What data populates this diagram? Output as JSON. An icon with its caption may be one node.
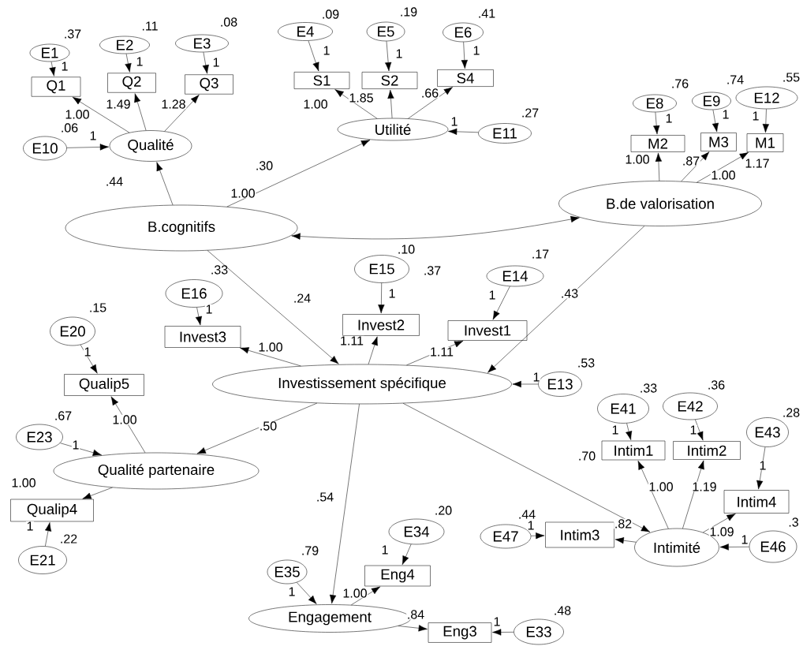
{
  "diagram": {
    "nodes": [
      {
        "text": [
          "E1"
        ],
        "beside": [
          ".37"
        ]
      },
      {
        "text": [
          "E2"
        ],
        "beside": [
          ".11"
        ]
      },
      {
        "text": [
          "E3"
        ],
        "beside": [
          ".08"
        ]
      },
      {
        "text": [
          "E4"
        ],
        "beside": [
          ".09"
        ]
      },
      {
        "text": [
          "E5"
        ],
        "beside": [
          ".19"
        ]
      },
      {
        "text": [
          "E6"
        ],
        "beside": [
          ".41"
        ]
      },
      {
        "text": [
          "Q1"
        ]
      },
      {
        "text": [
          "Q2"
        ]
      },
      {
        "text": [
          "Q3"
        ]
      },
      {
        "text": [
          "S1"
        ]
      },
      {
        "text": [
          "S2"
        ]
      },
      {
        "text": [
          "S4"
        ]
      },
      {
        "text": [
          "E8"
        ],
        "beside": [
          ".76"
        ]
      },
      {
        "text": [
          "E9"
        ],
        "beside": [
          ".74"
        ]
      },
      {
        "text": [
          "E12"
        ],
        "beside": [
          ".55"
        ]
      },
      {
        "text": [
          "E10"
        ],
        "beside": [
          ".06"
        ]
      },
      {
        "text": [
          "Qualité"
        ]
      },
      {
        "text": [
          "Utilité"
        ]
      },
      {
        "text": [
          "E11"
        ],
        "beside": [
          ".27"
        ]
      },
      {
        "text": [
          "M2"
        ]
      },
      {
        "text": [
          "M3"
        ]
      },
      {
        "text": [
          "M1"
        ]
      },
      {
        "text": [
          "B.de valorisation"
        ]
      },
      {
        "text": [
          "B.cognitifs"
        ]
      },
      {
        "text": [
          "E15"
        ],
        "beside": [
          ".37"
        ]
      },
      {
        "text": [
          "E14"
        ],
        "beside": [
          ".17"
        ]
      },
      {
        "text": [
          "E16"
        ],
        "beside": [
          ".33"
        ]
      },
      {
        "text": [
          "E20"
        ],
        "beside": [
          ".15"
        ]
      },
      {
        "text": [
          "Invest2"
        ]
      },
      {
        "text": [
          "Invest3"
        ]
      },
      {
        "text": [
          "Invest1"
        ]
      },
      {
        "text": [
          "Investissement spécifique"
        ]
      },
      {
        "text": [
          "E13"
        ],
        "beside": [
          ".53"
        ]
      },
      {
        "text": [
          "Qualip5"
        ]
      },
      {
        "text": [
          "E41"
        ],
        "beside": [
          ".33"
        ]
      },
      {
        "text": [
          "E42"
        ],
        "beside": [
          ".36"
        ]
      },
      {
        "text": [
          "E43"
        ],
        "beside": [
          ".28"
        ]
      },
      {
        "text": [
          "E23"
        ],
        "beside": [
          ".67"
        ]
      },
      {
        "text": [
          "Qualité partenaire"
        ]
      },
      {
        "text": [
          "Intim1"
        ]
      },
      {
        "text": [
          "Intim2"
        ]
      },
      {
        "text": [
          "Intim4"
        ]
      },
      {
        "text": [
          "Qualip4"
        ]
      },
      {
        "text": [
          "E47"
        ],
        "beside": [
          ".44"
        ]
      },
      {
        "text": [
          "Intim3"
        ]
      },
      {
        "text": [
          "Intimité"
        ]
      },
      {
        "text": [
          "E46"
        ],
        "beside": [
          ".3"
        ]
      },
      {
        "text": [
          "E34"
        ],
        "beside": [
          ".20"
        ]
      },
      {
        "text": [
          "E21"
        ],
        "beside": [
          ".22"
        ]
      },
      {
        "text": [
          "E35"
        ],
        "beside": [
          ".79"
        ]
      },
      {
        "text": [
          "Eng4"
        ]
      },
      {
        "text": [
          "Engagement"
        ]
      },
      {
        "text": [
          "E33"
        ],
        "beside": [
          ".48"
        ]
      },
      {
        "text": [
          "Eng3"
        ]
      }
    ],
    "edges": [
      {
        "from": 0,
        "to": 6,
        "arrow": "to",
        "label": "1"
      },
      {
        "from": 1,
        "to": 7,
        "arrow": "to",
        "label": "1"
      },
      {
        "from": 2,
        "to": 8,
        "arrow": "to",
        "label": "1"
      },
      {
        "from": 3,
        "to": 9,
        "arrow": "to",
        "label": "1"
      },
      {
        "from": 4,
        "to": 10,
        "arrow": "to",
        "label": "1"
      },
      {
        "from": 5,
        "to": 11,
        "arrow": "to",
        "label": "1"
      },
      {
        "from": 12,
        "to": 19,
        "arrow": "to",
        "label": "1"
      },
      {
        "from": 13,
        "to": 20,
        "arrow": "to",
        "label": "1"
      },
      {
        "from": 14,
        "to": 21,
        "arrow": "to",
        "label": "1"
      },
      {
        "from": 16,
        "to": 6,
        "arrow": "to",
        "label": "1.00"
      },
      {
        "from": 16,
        "to": 7,
        "arrow": "to",
        "label": "1.49"
      },
      {
        "from": 16,
        "to": 8,
        "arrow": "to",
        "label": "1.28"
      },
      {
        "from": 15,
        "to": 16,
        "arrow": "to",
        "label": "1"
      },
      {
        "from": 23,
        "to": 16,
        "arrow": "to",
        "label": ".44"
      },
      {
        "from": 17,
        "to": 9,
        "arrow": "to",
        "label": "1.00"
      },
      {
        "from": 17,
        "to": 10,
        "arrow": "to",
        "label": "1.85"
      },
      {
        "from": 17,
        "to": 11,
        "arrow": "to",
        "label": ".66"
      },
      {
        "from": 18,
        "to": 17,
        "arrow": "to",
        "label": "1"
      },
      {
        "from": 22,
        "to": 19,
        "arrow": "to",
        "label": "1.00"
      },
      {
        "from": 22,
        "to": 20,
        "arrow": "to",
        "label": ".87"
      },
      {
        "from": 22,
        "to": 21,
        "arrow": "to",
        "label": "1.17"
      },
      {
        "from": 23,
        "to": 17,
        "arrow": "to",
        "label": ".30"
      },
      {
        "from": 23,
        "to": 22,
        "arrow": "both",
        "label": ".10"
      },
      {
        "from": 23,
        "to": 31,
        "arrow": "to",
        "label": ".24"
      },
      {
        "from": 22,
        "to": 31,
        "arrow": "to",
        "label": ".43"
      },
      {
        "from": 24,
        "to": 28,
        "arrow": "to",
        "label": "1"
      },
      {
        "from": 25,
        "to": 30,
        "arrow": "to",
        "label": "1"
      },
      {
        "from": 26,
        "to": 29,
        "arrow": "to",
        "label": "1"
      },
      {
        "from": 31,
        "to": 29,
        "arrow": "to",
        "label": "1.00"
      },
      {
        "from": 31,
        "to": 28,
        "arrow": "to",
        "label": "1.11"
      },
      {
        "from": 31,
        "to": 30,
        "arrow": "to",
        "label": "1.11"
      },
      {
        "from": 32,
        "to": 31,
        "arrow": "to",
        "label": "1"
      },
      {
        "from": 27,
        "to": 33,
        "arrow": "to",
        "label": "1"
      },
      {
        "from": 38,
        "to": 33,
        "arrow": "to",
        "label": "1.00"
      },
      {
        "from": 31,
        "to": 38,
        "arrow": "to",
        "label": ".50"
      },
      {
        "from": 37,
        "to": 38,
        "arrow": "to",
        "label": "1"
      },
      {
        "from": 38,
        "to": 42,
        "arrow": "to",
        "label": "1.00"
      },
      {
        "from": 48,
        "to": 42,
        "arrow": "to",
        "label": "1"
      },
      {
        "from": 31,
        "to": 51,
        "arrow": "to",
        "label": ".54"
      },
      {
        "from": 31,
        "to": 45,
        "arrow": "to",
        "label": ".70"
      },
      {
        "from": 34,
        "to": 39,
        "arrow": "to",
        "label": "1"
      },
      {
        "from": 35,
        "to": 40,
        "arrow": "to",
        "label": "1"
      },
      {
        "from": 36,
        "to": 41,
        "arrow": "to",
        "label": "1"
      },
      {
        "from": 45,
        "to": 39,
        "arrow": "to",
        "label": "1.00"
      },
      {
        "from": 45,
        "to": 40,
        "arrow": "to",
        "label": "1.19"
      },
      {
        "from": 45,
        "to": 41,
        "arrow": "to",
        "label": "1.09"
      },
      {
        "from": 45,
        "to": 44,
        "arrow": "to",
        "label": ".82"
      },
      {
        "from": 46,
        "to": 45,
        "arrow": "to",
        "label": "1"
      },
      {
        "from": 43,
        "to": 44,
        "arrow": "to",
        "label": "1"
      },
      {
        "from": 47,
        "to": 50,
        "arrow": "to",
        "label": "1"
      },
      {
        "from": 51,
        "to": 50,
        "arrow": "to",
        "label": "1.00"
      },
      {
        "from": 51,
        "to": 53,
        "arrow": "to",
        "label": ".84"
      },
      {
        "from": 52,
        "to": 53,
        "arrow": "to",
        "label": "1"
      },
      {
        "from": 49,
        "to": 51,
        "arrow": "to",
        "label": "1"
      }
    ],
    "labels": [
      "1.00",
      "1.00"
    ]
  }
}
